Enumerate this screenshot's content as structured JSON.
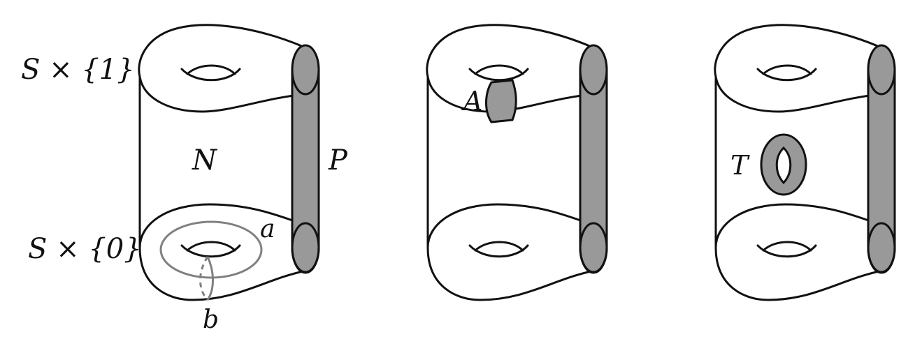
{
  "colors": {
    "line": "#111111",
    "shade": "#999999",
    "curve": "#808080"
  },
  "figure_left": {
    "top_label": "S × {1}",
    "bottom_label": "S × {0}",
    "interior_label": "N",
    "side_label": "P",
    "curve_a_label": "a",
    "curve_b_label": "b"
  },
  "figure_middle": {
    "annulus_label": "A"
  },
  "figure_right": {
    "torus_label": "T"
  }
}
